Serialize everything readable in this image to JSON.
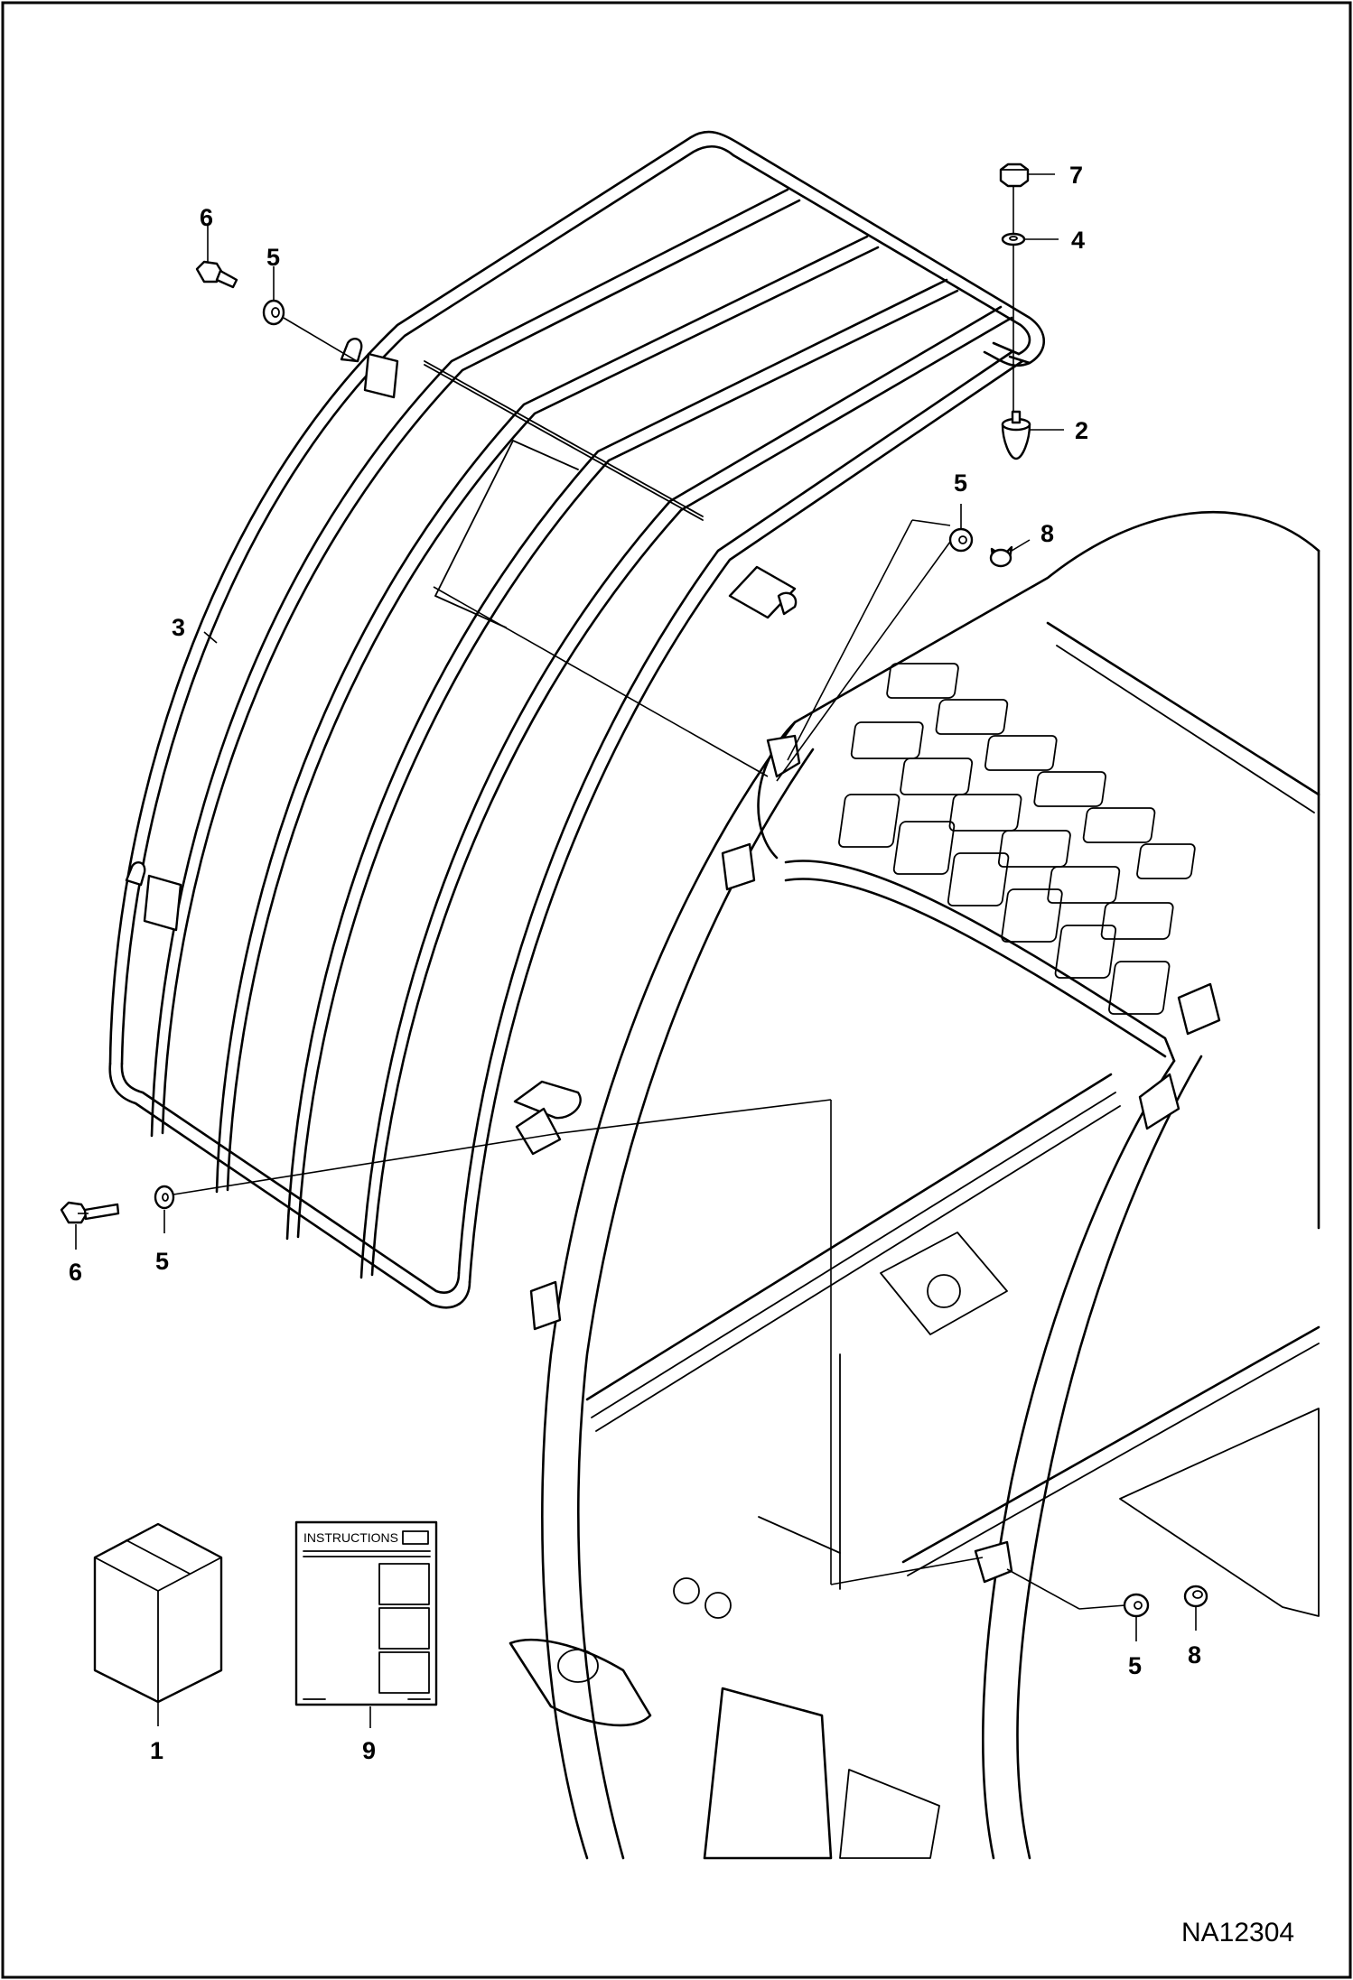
{
  "figure_id": "NA12304",
  "instructions_sheet_text": "INSTRUCTIONS",
  "callouts": [
    {
      "id": "c7",
      "number": "7"
    },
    {
      "id": "c4",
      "number": "4"
    },
    {
      "id": "c2",
      "number": "2"
    },
    {
      "id": "c6a",
      "number": "6"
    },
    {
      "id": "c5a",
      "number": "5"
    },
    {
      "id": "c5b",
      "number": "5"
    },
    {
      "id": "c8a",
      "number": "8"
    },
    {
      "id": "c3",
      "number": "3"
    },
    {
      "id": "c6b",
      "number": "6"
    },
    {
      "id": "c5c",
      "number": "5"
    },
    {
      "id": "c1",
      "number": "1"
    },
    {
      "id": "c9",
      "number": "9"
    },
    {
      "id": "c5d",
      "number": "5"
    },
    {
      "id": "c8b",
      "number": "8"
    }
  ]
}
